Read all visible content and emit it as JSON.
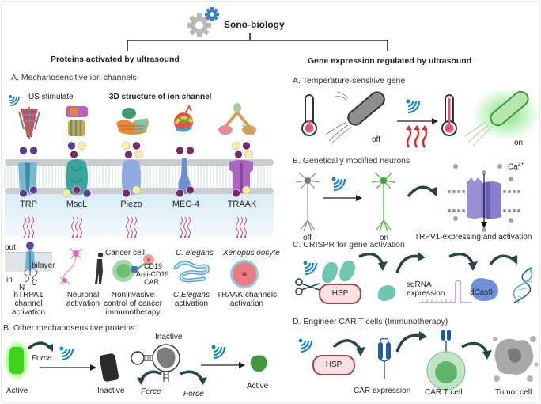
{
  "title": "Sono-biology",
  "left": {
    "heading": "Proteins activated by ultrasound",
    "sectionA": {
      "label": "A. Mechanosensitive ion channels",
      "us_stimulate": "US stimulate",
      "structure_title": "3D structure of ion channel",
      "channels": [
        {
          "name": "TRP",
          "ions_top": [
            "K+",
            "K+"
          ],
          "ions_bottom": [
            "K+",
            "K+"
          ],
          "color": "#6fb3c9"
        },
        {
          "name": "MscL",
          "ions_top": [
            "K+",
            "Ca2+",
            "Na+"
          ],
          "ions_bottom": [
            "Ca2+",
            "Na+",
            "K+"
          ],
          "color": "#3aa59a"
        },
        {
          "name": "Piezo",
          "ions_top": [
            "Ca2+",
            "Na+",
            "Na+",
            "Ca2+"
          ],
          "ions_bottom": [
            "Na+",
            "Ca2+"
          ],
          "color": "#8fa8de"
        },
        {
          "name": "MEC-4",
          "ions_top": [
            "Na+",
            "Na+"
          ],
          "ions_bottom": [
            "Na+",
            "Na+"
          ],
          "color": "#6f8fd0"
        },
        {
          "name": "TRAAK",
          "ions_top": [
            "Ca2+",
            "Na+",
            "Na+",
            "Ca2+"
          ],
          "ions_bottom": [
            "Na+",
            "Ca2+"
          ],
          "color": "#a764b8"
        }
      ],
      "applications": [
        {
          "label": "hTRPA1 channel activation",
          "lines": [
            "hTRPA1",
            "channel",
            "activation"
          ],
          "out": "out",
          "in": "in",
          "n": "N",
          "c": "C",
          "bilayer": "bilayer"
        },
        {
          "label": "Neuronal activation",
          "lines": [
            "Neuronal",
            "activation"
          ]
        },
        {
          "label": "Noninvasive control of cancer immunotherapy",
          "lines": [
            "Noninvasive",
            "control of cancer",
            "immunotherapy"
          ],
          "cancer_cell": "Cancer cell",
          "cd19": "CD19",
          "anti_cd19": "Anti-CD19",
          "car": "CAR"
        },
        {
          "label": "C.Elegans activation",
          "lines": [
            "C.Elegans",
            "activation"
          ],
          "organism": "C. elegans"
        },
        {
          "label": "TRAAK channels activation",
          "lines": [
            "TRAAK channels",
            "activation"
          ],
          "organism": "Xenopus oocyte"
        }
      ]
    },
    "sectionB": {
      "label": "B. Other mechanosensitive proteins",
      "active": "Active",
      "force": "Force",
      "inactive": "Inactive",
      "inactive_top": "Inactive",
      "force_left": "Force",
      "force_right": "Force",
      "active_right": "Active"
    }
  },
  "right": {
    "heading": "Gene expression regulated by ultrasound",
    "sectionA": {
      "label": "A. Temperature-sensitive gene",
      "off": "off",
      "on": "on"
    },
    "sectionB": {
      "label": "B. Genetically modified neurons",
      "off": "off",
      "on": "on",
      "ca": "Ca",
      "ca_sup": "2+",
      "caption": "TRPV1-expressing and activation"
    },
    "sectionC": {
      "label": "C. CRISPR for gene activation",
      "hsp": "HSP",
      "sgrna": [
        "sgRNA",
        "expression"
      ],
      "dcas9": "dCas9"
    },
    "sectionD": {
      "label": "D. Engineer CAR T cells (Immunotherapy)",
      "hsp": "HSP",
      "car_expression": "CAR expression",
      "car_t_cell": "CAR T cell",
      "tumor_cell": "Tumor cell"
    }
  },
  "colors": {
    "ultrasound": "#1f86c6",
    "arrow": "#1e3a3f",
    "membrane": "#c9ced3",
    "cytoplasm": "#e3f1f8",
    "heat": "#e3262a",
    "ion": "#5b3f94",
    "ion_na": "#7a2c6a",
    "ion_ca": "#f4ecb0"
  }
}
